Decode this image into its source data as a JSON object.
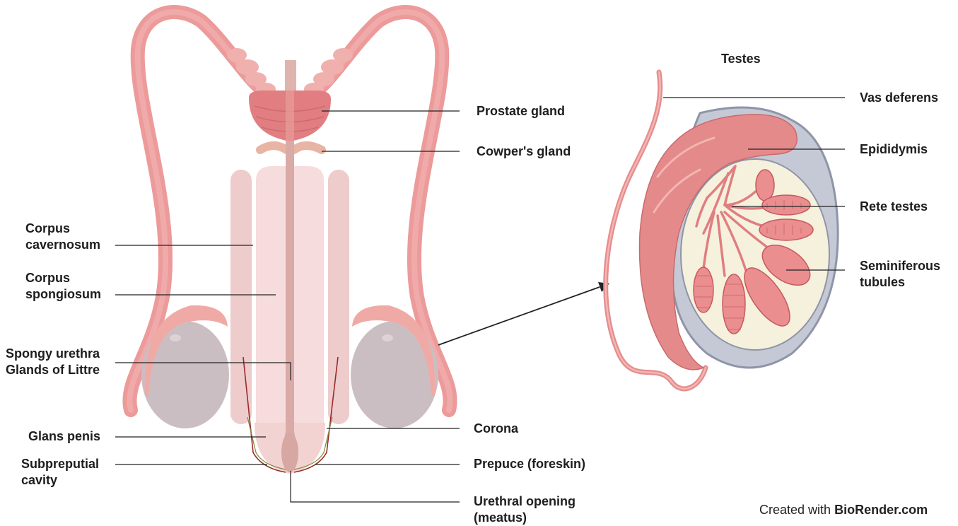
{
  "labels": {
    "testes_title": "Testes",
    "prostate_gland": "Prostate gland",
    "cowpers_gland": "Cowper's gland",
    "corpus_cavernosum_line1": "Corpus",
    "corpus_cavernosum_line2": "cavernosum",
    "corpus_spongiosum_line1": "Corpus",
    "corpus_spongiosum_line2": "spongiosum",
    "spongy_urethra": "Spongy urethra",
    "glands_of_littre": "Glands of Littre",
    "glans_penis": "Glans penis",
    "subpreputial_line1": "Subpreputial",
    "subpreputial_line2": "cavity",
    "corona": "Corona",
    "prepuce": "Prepuce (foreskin)",
    "urethral_opening_line1": "Urethral opening",
    "urethral_opening_line2": "(meatus)",
    "vas_deferens": "Vas deferens",
    "epididymis": "Epididymis",
    "rete_testes": "Rete testes",
    "seminiferous_line1": "Seminiferous",
    "seminiferous_line2": "tubules"
  },
  "credit": {
    "prefix": "Created with",
    "brand": "BioRender.com"
  },
  "colors": {
    "duct_pink": "#ec9a9a",
    "prostate": "#e07e82",
    "shaft_light": "#f6dcdc",
    "urethra": "#d9aaa6",
    "testis_gray": "#cbbec3",
    "epididymis": "#e48a8a",
    "tunica": "#8e95a8",
    "testis_interior": "#f6f1dc",
    "leader_line": "#222222"
  }
}
